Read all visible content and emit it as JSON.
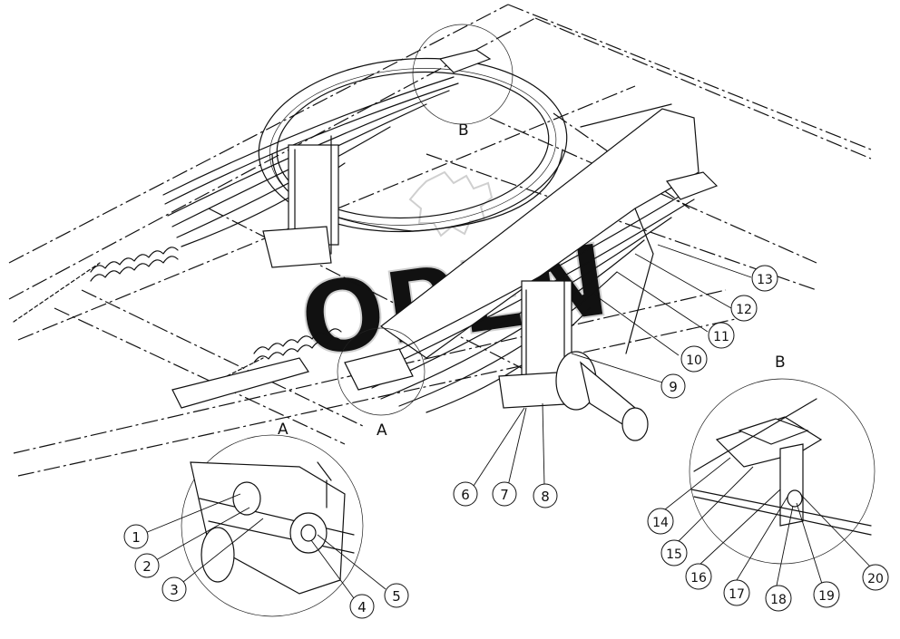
{
  "detail_labels": {
    "b_top": "B",
    "b_side": "B",
    "a_top": "A",
    "a_mid": "A"
  },
  "callouts": [
    {
      "num": "1"
    },
    {
      "num": "2"
    },
    {
      "num": "3"
    },
    {
      "num": "4"
    },
    {
      "num": "5"
    },
    {
      "num": "6"
    },
    {
      "num": "7"
    },
    {
      "num": "8"
    },
    {
      "num": "9"
    },
    {
      "num": "10"
    },
    {
      "num": "11"
    },
    {
      "num": "12"
    },
    {
      "num": "13"
    },
    {
      "num": "14"
    },
    {
      "num": "15"
    },
    {
      "num": "16"
    },
    {
      "num": "17"
    },
    {
      "num": "18"
    },
    {
      "num": "19"
    },
    {
      "num": "20"
    }
  ],
  "watermark": "OPEN"
}
